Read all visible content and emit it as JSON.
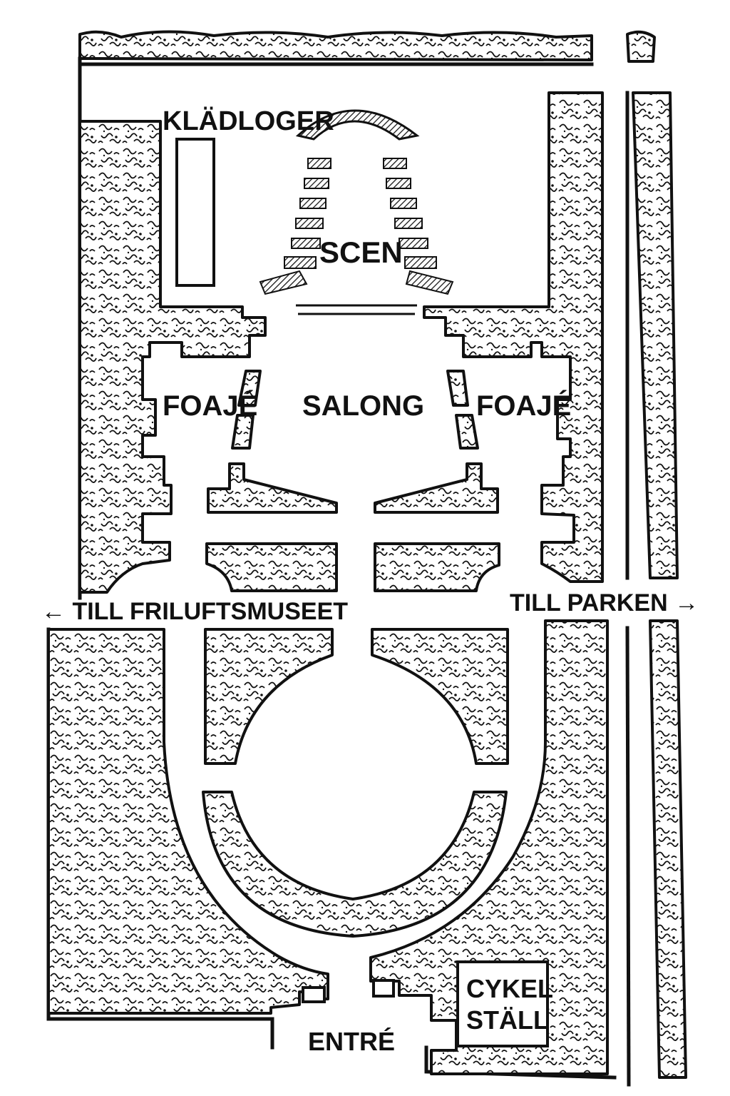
{
  "map": {
    "labels": {
      "dressing_rooms": "KLÄDLOGER",
      "stage": "SCEN",
      "salon": "SALONG",
      "foyer_left": "FOAJÉ",
      "foyer_right": "FOAJÉ",
      "to_open_air_museum": "← TILL FRILUFTSMUSEET",
      "to_park": "TILL PARKEN →",
      "bike_rack_line1": "CYKEL",
      "bike_rack_line2": "STÄLL",
      "entrance": "ENTRÉ"
    }
  },
  "colors": {
    "ink": "#111111",
    "paper": "#ffffff"
  },
  "icons": {
    "hedge": "scribble-hedge-pattern",
    "seating": "hatched-bench-rows"
  }
}
